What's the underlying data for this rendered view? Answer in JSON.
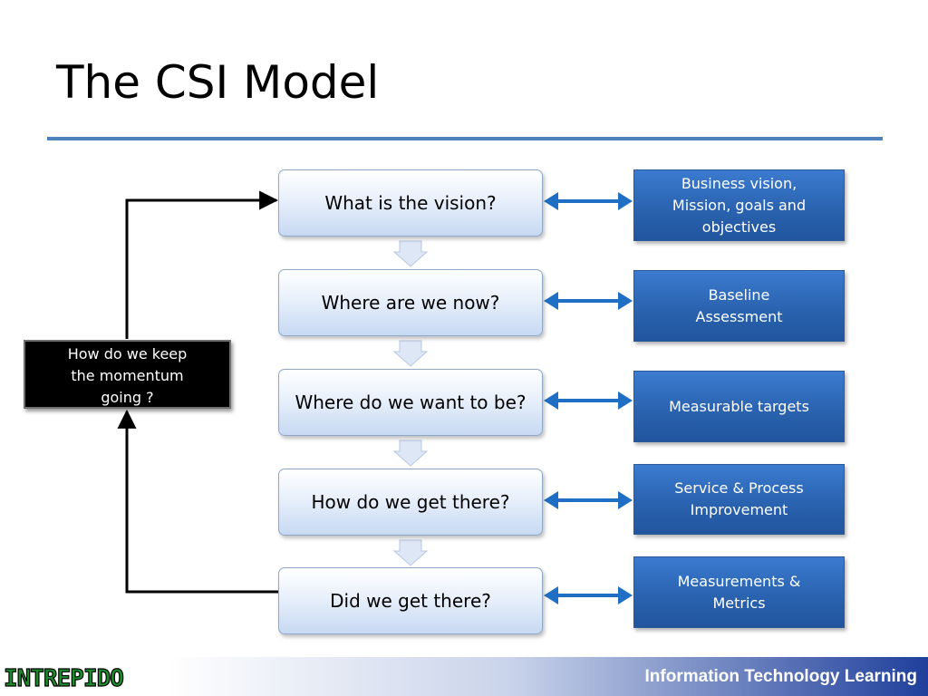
{
  "slide": {
    "title": "The CSI Model",
    "footer_text": "Information Technology Learning",
    "accent_color": "#4f81bd",
    "info_box_color": "#2a63b0",
    "logo": {
      "name": "intrepido-logo",
      "text": "INTREPIDO"
    }
  },
  "steps": [
    {
      "label": "What is the vision?"
    },
    {
      "label": "Where are we now?"
    },
    {
      "label": "Where do we want to be?"
    },
    {
      "label": "How do we get there?"
    },
    {
      "label": "Did we get there?"
    }
  ],
  "info_boxes": [
    {
      "text": "Business vision,\nMission, goals and\nobjectives"
    },
    {
      "text": "Baseline\nAssessment"
    },
    {
      "text": "Measurable targets"
    },
    {
      "text": "Service & Process\nImprovement"
    },
    {
      "text": "Measurements &\nMetrics"
    }
  ],
  "momentum_box": {
    "text": "How do we keep\nthe momentum\ngoing ?"
  }
}
